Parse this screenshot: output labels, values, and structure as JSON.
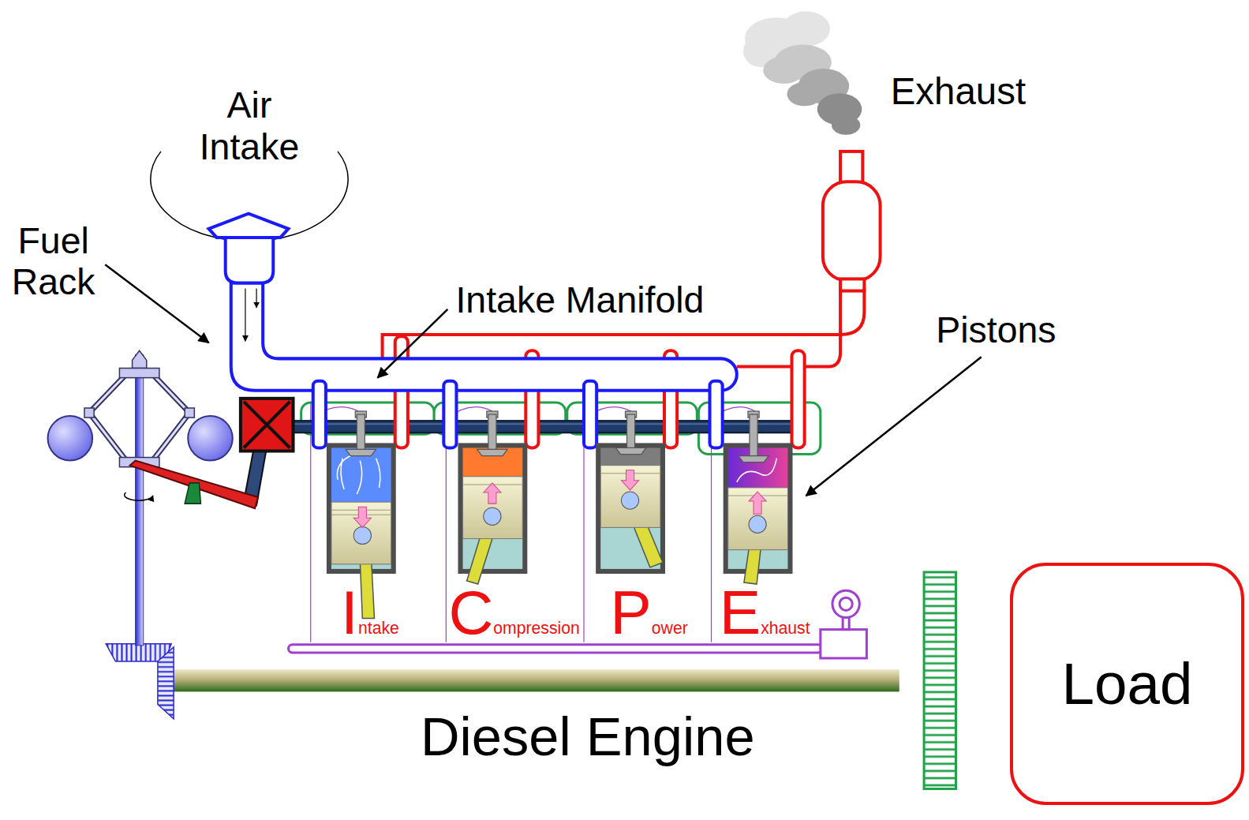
{
  "diagram": {
    "nodes": [
      {
        "text": [
          "Diesel Engine"
        ]
      },
      {
        "text": [
          "Load"
        ]
      }
    ],
    "edges": [
      {
        "from": 0,
        "to": 1,
        "arrow": "none"
      }
    ],
    "labels": [
      "Air Intake",
      "Exhaust",
      "Fuel Rack",
      "Intake Manifold",
      "Pistons",
      "I",
      "ntake",
      "C",
      "ompression",
      "P",
      "ower",
      "E",
      "xhaust"
    ]
  }
}
